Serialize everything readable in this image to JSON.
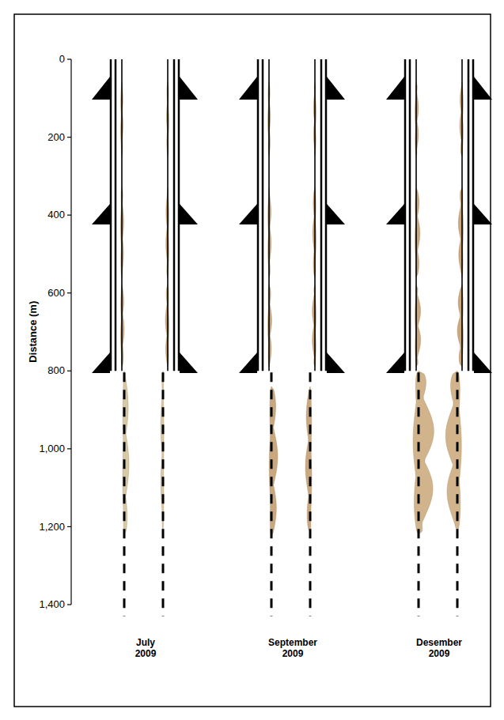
{
  "diagram": {
    "labels": [
      "Distance (m)",
      "0",
      "200",
      "400",
      "600",
      "800",
      "1,000",
      "1,200",
      "1,400",
      "July 2009",
      "September 2009",
      "Desember 2009"
    ]
  }
}
